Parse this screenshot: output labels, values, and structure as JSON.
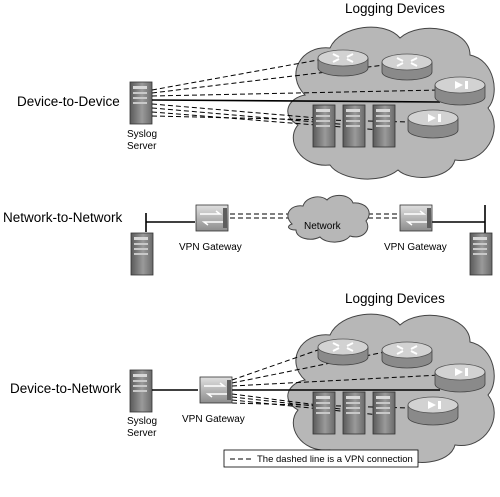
{
  "top": {
    "cloud_title": "Logging Devices",
    "row_label": "Device-to-Device",
    "server_label_1": "Syslog",
    "server_label_2": "Server"
  },
  "middle": {
    "row_label": "Network-to-Network",
    "gateway_left_label": "VPN Gateway",
    "gateway_right_label": "VPN Gateway",
    "cloud_label": "Network"
  },
  "bottom": {
    "cloud_title": "Logging Devices",
    "row_label": "Device-to-Network",
    "server_label_1": "Syslog",
    "server_label_2": "Server",
    "gateway_label": "VPN Gateway"
  },
  "legend": {
    "text": "The dashed line is a VPN connection"
  }
}
